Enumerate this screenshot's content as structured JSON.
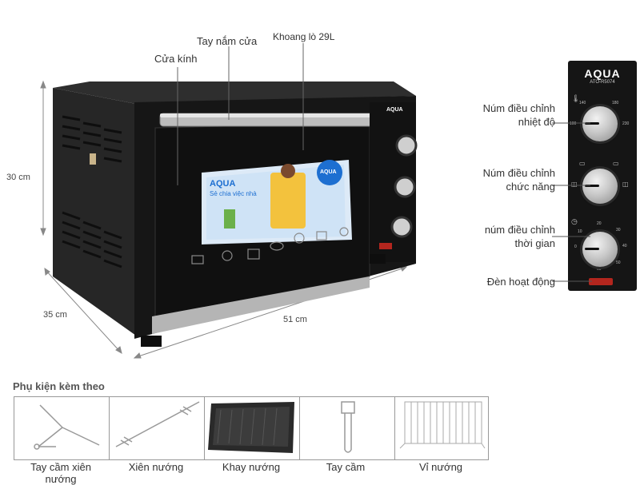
{
  "callouts": {
    "door_glass": "Cửa kính",
    "door_handle": "Tay nắm cửa",
    "cavity": "Khoang lò 29L"
  },
  "dimensions": {
    "height": "30 cm",
    "depth": "35 cm",
    "width": "51 cm"
  },
  "brand": {
    "logo": "AQUA",
    "model": "ATO-R5074",
    "screen_brand": "AQUA",
    "screen_slogan": "Sẻ chia việc nhà"
  },
  "panel_labels": {
    "temp_knob": "Núm điều chỉnh nhiệt độ",
    "function_knob": "Núm  điều chỉnh chức năng",
    "timer_knob": "núm điều chỉnh thời gian",
    "power_light": "Đèn hoạt động"
  },
  "temp_ticks": [
    "140",
    "180",
    "100",
    "230"
  ],
  "timer_ticks": [
    "0",
    "10",
    "20",
    "30",
    "40",
    "50",
    "60"
  ],
  "accessories": {
    "title": "Phụ kiện kèm theo",
    "items": [
      {
        "label": "Tay cầm xiên nướng",
        "icon": "skewer-handle-icon"
      },
      {
        "label": "Xiên nướng",
        "icon": "rotisserie-skewer-icon"
      },
      {
        "label": "Khay nướng",
        "icon": "baking-tray-icon"
      },
      {
        "label": "Tay cầm",
        "icon": "tray-handle-icon"
      },
      {
        "label": "Vỉ nướng",
        "icon": "wire-rack-icon"
      }
    ]
  },
  "colors": {
    "oven_body": "#1c1c1c",
    "lamp": "#b3261e",
    "screen_blue": "#1d6fd1"
  }
}
